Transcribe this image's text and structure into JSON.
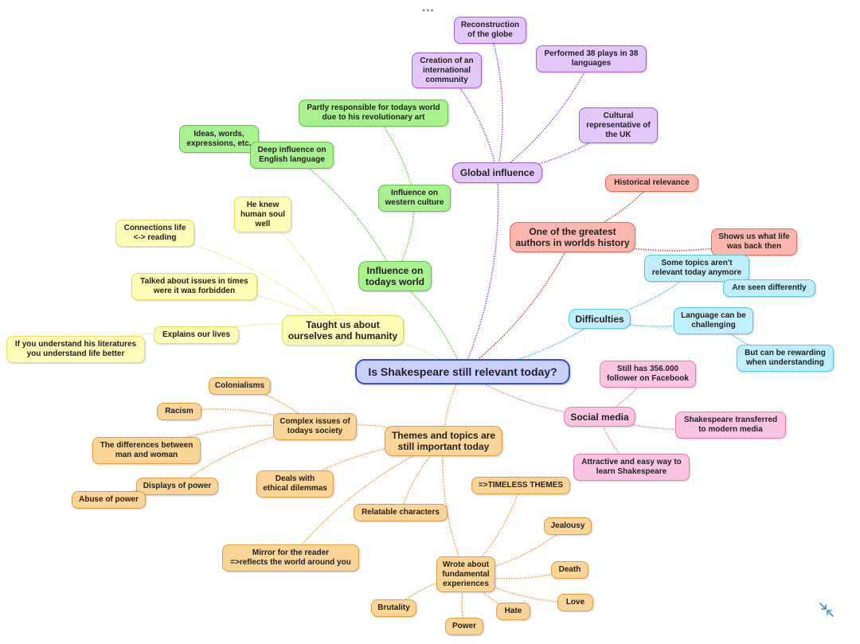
{
  "colors": {
    "root": {
      "fill": "#c9cfff",
      "stroke": "#3a4fd0",
      "line": "#3a4fd0"
    },
    "green": {
      "fill": "#a7f18e",
      "stroke": "#62c24a",
      "line": "#6fcd52"
    },
    "purple": {
      "fill": "#e3c7fb",
      "stroke": "#a359d8",
      "line": "#a55ad6"
    },
    "red": {
      "fill": "#fbb7ad",
      "stroke": "#dc6e5f",
      "line": "#d2503f"
    },
    "cyan": {
      "fill": "#bfeefc",
      "stroke": "#5ac4e4",
      "line": "#53c3e3"
    },
    "pink": {
      "fill": "#fcc4e3",
      "stroke": "#e37bb6",
      "line": "#e88ac0"
    },
    "orange": {
      "fill": "#fbd497",
      "stroke": "#e09d3f",
      "line": "#e6a84c"
    },
    "yellow": {
      "fill": "#fdfdb7",
      "stroke": "#e1df63",
      "line": "#e9e87c"
    }
  },
  "toolbar": {
    "more_glyph": "•••"
  },
  "icons": {
    "collapse": "collapse-arrows-icon"
  },
  "nodes": {
    "root": {
      "label": "Is Shakespeare still relevant today?",
      "color": "root"
    },
    "global": {
      "label": "Global influence",
      "color": "purple"
    },
    "reconstruction": {
      "label": "Reconstruction\nof the globe",
      "color": "purple"
    },
    "intl-community": {
      "label": "Creation of an\ninternational\ncommunity",
      "color": "purple"
    },
    "plays38": {
      "label": "Performed 38 plays in 38\nlanguages",
      "color": "purple"
    },
    "cultural-rep": {
      "label": "Cultural\nrepresentative of\nthe UK",
      "color": "purple"
    },
    "influence-world": {
      "label": "Influence on\ntodays world",
      "color": "green"
    },
    "partly": {
      "label": "Partly responsible for todays world\ndue to his revolutionary art",
      "color": "green"
    },
    "western": {
      "label": "Influence on\nwestern culture",
      "color": "green"
    },
    "deep": {
      "label": "Deep influence on\nEnglish language",
      "color": "green"
    },
    "ideas": {
      "label": "Ideas, words,\nexpressions, etc.",
      "color": "green"
    },
    "greatest": {
      "label": "One of the greatest\nauthors in worlds history",
      "color": "red"
    },
    "historical": {
      "label": "Historical relevance",
      "color": "red"
    },
    "shows": {
      "label": "Shows us what life\nwas back then",
      "color": "red"
    },
    "difficulties": {
      "label": "Difficulties",
      "color": "cyan"
    },
    "some-topics": {
      "label": "Some topics aren't\nrelevant today anymore",
      "color": "cyan"
    },
    "seen-diff": {
      "label": "Are seen differently",
      "color": "cyan"
    },
    "language": {
      "label": "Language can be\nchallenging",
      "color": "cyan"
    },
    "rewarding": {
      "label": "But can be rewarding\nwhen understanding",
      "color": "cyan"
    },
    "social": {
      "label": "Social media",
      "color": "pink"
    },
    "followers": {
      "label": "Still has 356.000\nfollower on Facebook",
      "color": "pink"
    },
    "transferred": {
      "label": "Shakespeare transferred\nto modern media",
      "color": "pink"
    },
    "attractive": {
      "label": "Attractive and easy way to\nlearn Shakespeare",
      "color": "pink"
    },
    "taught": {
      "label": "Taught us about\nourselves and humanity",
      "color": "yellow"
    },
    "soul": {
      "label": "He knew\nhuman soul\nwell",
      "color": "yellow"
    },
    "connections": {
      "label": "Connections life\n<-> reading",
      "color": "yellow"
    },
    "talked": {
      "label": "Talked about issues in times\nwere it was forbidden",
      "color": "yellow"
    },
    "explains": {
      "label": "Explains our lives",
      "color": "yellow"
    },
    "understand": {
      "label": "If you understand his literatures\nyou understand life better",
      "color": "yellow"
    },
    "themes": {
      "label": "Themes and topics are\nstill important today",
      "color": "orange"
    },
    "complex": {
      "label": "Complex issues of\ntodays society",
      "color": "orange"
    },
    "colonialisms": {
      "label": "Colonialisms",
      "color": "orange"
    },
    "racism": {
      "label": "Racism",
      "color": "orange"
    },
    "man-woman": {
      "label": "The differences between\nman and woman",
      "color": "orange"
    },
    "power-display": {
      "label": "Displays of power",
      "color": "orange"
    },
    "abuse": {
      "label": "Abuse of power",
      "color": "orange"
    },
    "ethical": {
      "label": "Deals with\nethical dilemmas",
      "color": "orange"
    },
    "relatable": {
      "label": "Relatable characters",
      "color": "orange"
    },
    "mirror": {
      "label": "Mirror for the reader\n=>reflects the world around you",
      "color": "orange"
    },
    "fundamental": {
      "label": "Wrote about\nfundamental\nexperiences",
      "color": "orange"
    },
    "timeless": {
      "label": "=>TIMELESS THEMES",
      "color": "orange"
    },
    "jealousy": {
      "label": "Jealousy",
      "color": "orange"
    },
    "death": {
      "label": "Death",
      "color": "orange"
    },
    "love": {
      "label": "Love",
      "color": "orange"
    },
    "hate": {
      "label": "Hate",
      "color": "orange"
    },
    "power": {
      "label": "Power",
      "color": "orange"
    },
    "brutality": {
      "label": "Brutality",
      "color": "orange"
    }
  },
  "edges": [
    [
      "root",
      "global"
    ],
    [
      "global",
      "reconstruction"
    ],
    [
      "global",
      "intl-community"
    ],
    [
      "global",
      "plays38"
    ],
    [
      "global",
      "cultural-rep"
    ],
    [
      "root",
      "influence-world"
    ],
    [
      "influence-world",
      "western"
    ],
    [
      "western",
      "partly"
    ],
    [
      "influence-world",
      "deep"
    ],
    [
      "deep",
      "ideas"
    ],
    [
      "root",
      "greatest"
    ],
    [
      "greatest",
      "historical"
    ],
    [
      "greatest",
      "shows"
    ],
    [
      "root",
      "difficulties"
    ],
    [
      "difficulties",
      "some-topics"
    ],
    [
      "some-topics",
      "seen-diff"
    ],
    [
      "difficulties",
      "language"
    ],
    [
      "language",
      "rewarding"
    ],
    [
      "root",
      "social"
    ],
    [
      "social",
      "followers"
    ],
    [
      "social",
      "transferred"
    ],
    [
      "social",
      "attractive"
    ],
    [
      "root",
      "taught"
    ],
    [
      "taught",
      "soul"
    ],
    [
      "taught",
      "connections"
    ],
    [
      "taught",
      "talked"
    ],
    [
      "taught",
      "explains"
    ],
    [
      "explains",
      "understand"
    ],
    [
      "root",
      "themes"
    ],
    [
      "themes",
      "complex"
    ],
    [
      "complex",
      "colonialisms"
    ],
    [
      "complex",
      "racism"
    ],
    [
      "complex",
      "man-woman"
    ],
    [
      "complex",
      "power-display"
    ],
    [
      "power-display",
      "abuse"
    ],
    [
      "themes",
      "ethical"
    ],
    [
      "themes",
      "relatable"
    ],
    [
      "themes",
      "mirror"
    ],
    [
      "themes",
      "fundamental"
    ],
    [
      "fundamental",
      "timeless"
    ],
    [
      "fundamental",
      "jealousy"
    ],
    [
      "fundamental",
      "death"
    ],
    [
      "fundamental",
      "love"
    ],
    [
      "fundamental",
      "hate"
    ],
    [
      "fundamental",
      "power"
    ],
    [
      "fundamental",
      "brutality"
    ]
  ]
}
